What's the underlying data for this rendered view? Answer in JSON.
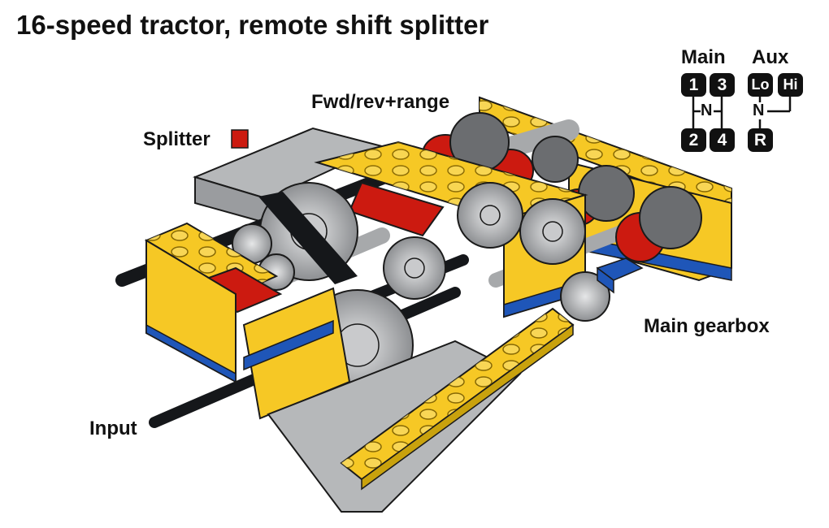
{
  "title": "16-speed tractor, remote shift splitter",
  "labels": {
    "splitter": "Splitter",
    "fwd_rev_range": "Fwd/rev+range",
    "main_gearbox": "Main gearbox",
    "input": "Input"
  },
  "shift_pattern": {
    "main": {
      "heading": "Main",
      "keys": [
        "1",
        "3",
        "2",
        "4"
      ],
      "neutral": "N"
    },
    "aux": {
      "heading": "Aux",
      "keys": [
        "Lo",
        "Hi",
        "R"
      ],
      "neutral": "N"
    }
  },
  "colors": {
    "yellow": "#f6c825",
    "red": "#cc1a10",
    "blue": "#1f56b8",
    "gray": "#a7a9ab",
    "dark_gray": "#6b6d70",
    "black": "#15171a"
  }
}
